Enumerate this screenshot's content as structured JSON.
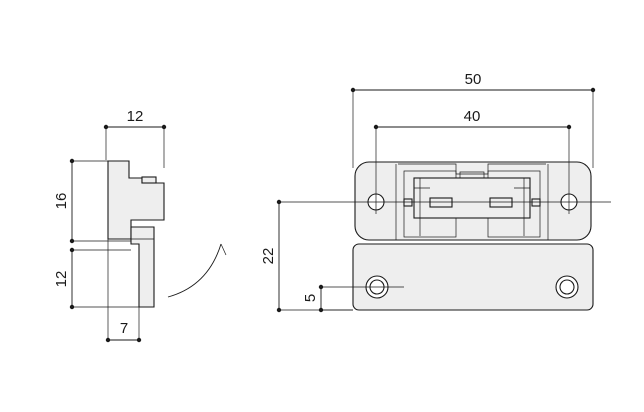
{
  "side_view": {
    "width_dim": "12",
    "upper_height_dim": "16",
    "lower_height_dim": "12",
    "offset_dim": "7"
  },
  "front_view": {
    "overall_width_dim": "50",
    "hole_spacing_dim": "40",
    "height_dim": "22",
    "hole_offset_dim": "5"
  }
}
